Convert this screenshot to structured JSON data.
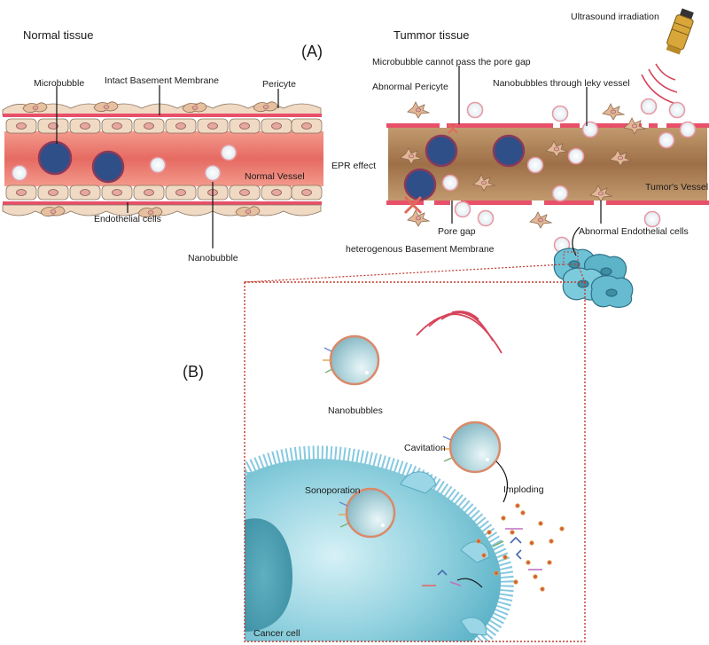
{
  "panel_a": {
    "marker": "(A)",
    "normal": {
      "title": "Normal tissue",
      "microbubble": "Microbubble",
      "membrane": "Intact Basement Membrane",
      "pericyte": "Pericyte",
      "vessel": "Normal Vessel",
      "endothelial": "Endothelial cells",
      "nanobubble": "Nanobubble"
    },
    "epr": "EPR effect",
    "tumor": {
      "title": "Tummor tissue",
      "ultrasound": "Ultrasound irradiation",
      "cannot_pass": "Microbubble cannot pass the pore gap",
      "abnormal_pericyte": "Abnormal Pericyte",
      "leaky": "Nanobubbles through leky vessel",
      "vessel": "Tumor's Vessel",
      "pore_gap": "Pore gap",
      "abnormal_endothelial": "Abnormal Endothelial cells",
      "hetero_membrane": "heterogenous Basement Membrane"
    }
  },
  "panel_b": {
    "marker": "(B)",
    "nanobubbles": "Nanobubbles",
    "cavitation": "Cavitation",
    "imploding": "Imploding",
    "sonoporation": "Sonoporation",
    "cancer_cell": "Cancer cell"
  },
  "colors": {
    "membrane": "#e8506a",
    "microbubble": "#2f4f88",
    "microbubble_rim": "#8a3a5a",
    "nanobubble": "#eef3f6",
    "nanobubble_rim": "#e79aa4",
    "normal_vessel": "#f08a80",
    "tumor_vessel": "#b98a60",
    "endothelial": "#f2dcc8",
    "cancer_cell": "#7cc6d6",
    "frame": "#c0392b"
  }
}
